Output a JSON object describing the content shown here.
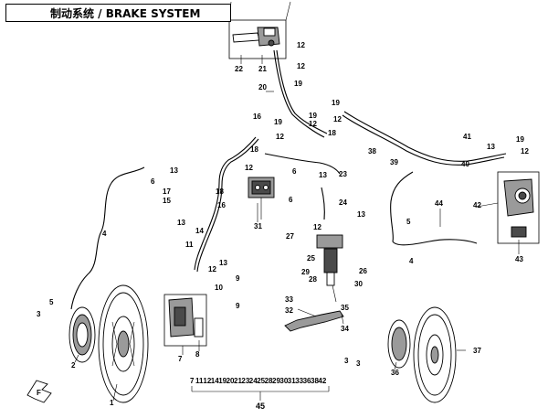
{
  "title": "制动系统 / BRAKE SYSTEM",
  "callouts": {
    "c1": "1",
    "c2": "2",
    "c3a": "3",
    "c3b": "3",
    "c3c": "3",
    "c4a": "4",
    "c4b": "4",
    "c5a": "5",
    "c5b": "5",
    "c6a": "6",
    "c6b": "6",
    "c6c": "6",
    "c7": "7",
    "c8": "8",
    "c9a": "9",
    "c9b": "9",
    "c10": "10",
    "c11": "11",
    "c12a": "12",
    "c12b": "12",
    "c12c": "12",
    "c12d": "12",
    "c12e": "12",
    "c12f": "12",
    "c12g": "12",
    "c12h": "12",
    "c12i": "12",
    "c13a": "13",
    "c13b": "13",
    "c13c": "13",
    "c13d": "13",
    "c13e": "13",
    "c13f": "13",
    "c14": "14",
    "c15": "15",
    "c16a": "16",
    "c16b": "16",
    "c17": "17",
    "c18a": "18",
    "c18b": "18",
    "c18c": "18",
    "c19a": "19",
    "c19b": "19",
    "c19c": "19",
    "c19d": "19",
    "c19e": "19",
    "c20": "20",
    "c21": "21",
    "c22": "22",
    "c23": "23",
    "c24": "24",
    "c25": "25",
    "c26": "26",
    "c27": "27",
    "c28": "28",
    "c29": "29",
    "c30": "30",
    "c31": "31",
    "c32": "32",
    "c33": "33",
    "c34": "34",
    "c35": "35",
    "c36": "36",
    "c37": "37",
    "c38": "38",
    "c39": "39",
    "c40": "40",
    "c41": "41",
    "c42": "42",
    "c43": "43",
    "c44": "44",
    "c45": "45"
  },
  "kit_parts": [
    "7",
    "11",
    "12",
    "14",
    "19",
    "20",
    "21",
    "23",
    "24",
    "25",
    "28",
    "29",
    "30",
    "31",
    "33",
    "36",
    "38",
    "42"
  ]
}
